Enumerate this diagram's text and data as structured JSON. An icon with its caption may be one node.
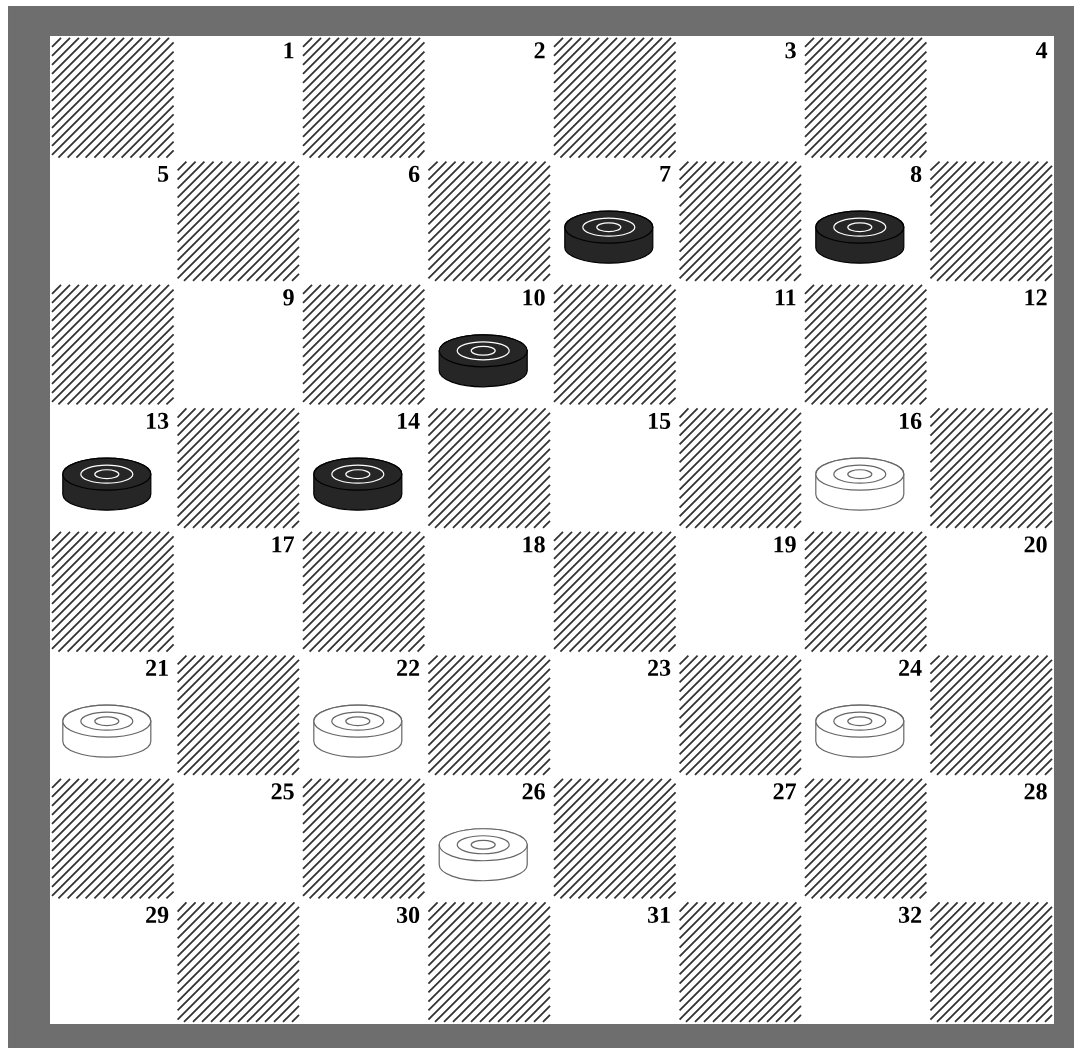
{
  "diagram": {
    "labels": [
      "1",
      "2",
      "3",
      "4",
      "5",
      "6",
      "7",
      "8",
      "9",
      "10",
      "11",
      "12",
      "13",
      "14",
      "15",
      "16",
      "17",
      "18",
      "19",
      "20",
      "21",
      "22",
      "23",
      "24",
      "25",
      "26",
      "27",
      "28",
      "29",
      "30",
      "31",
      "32"
    ]
  }
}
